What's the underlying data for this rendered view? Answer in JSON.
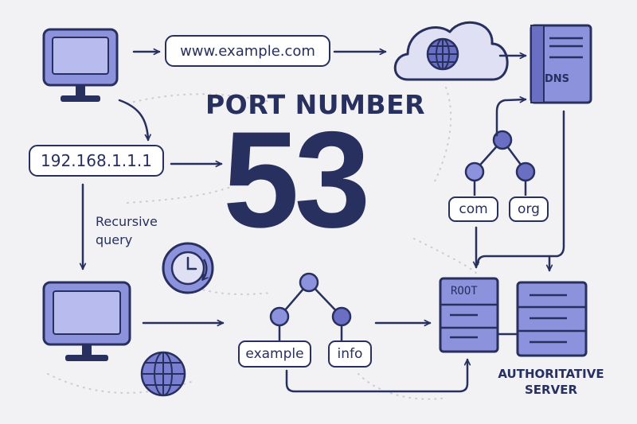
{
  "title": "PORT NUMBER",
  "port": "53",
  "url_box": "www.example.com",
  "ip_box": "192.168.1.1.1",
  "recursive_label": "Recursive\nquery",
  "dns_label": "DNS",
  "root_label": "ROOT",
  "authoritative_label": "AUTHORITATIVE\nSERVER",
  "tld_top": [
    "com",
    "org"
  ],
  "tld_bottom": [
    "example",
    "info"
  ],
  "icons": [
    "computer-icon",
    "globe-icon",
    "cloud-icon",
    "server-icon",
    "clock-icon",
    "tree-icon"
  ],
  "colors": {
    "background": "#f2f2f4",
    "ink": "#27305e",
    "fill": "#8d92dc",
    "fill_dark": "#6a6fc4"
  }
}
